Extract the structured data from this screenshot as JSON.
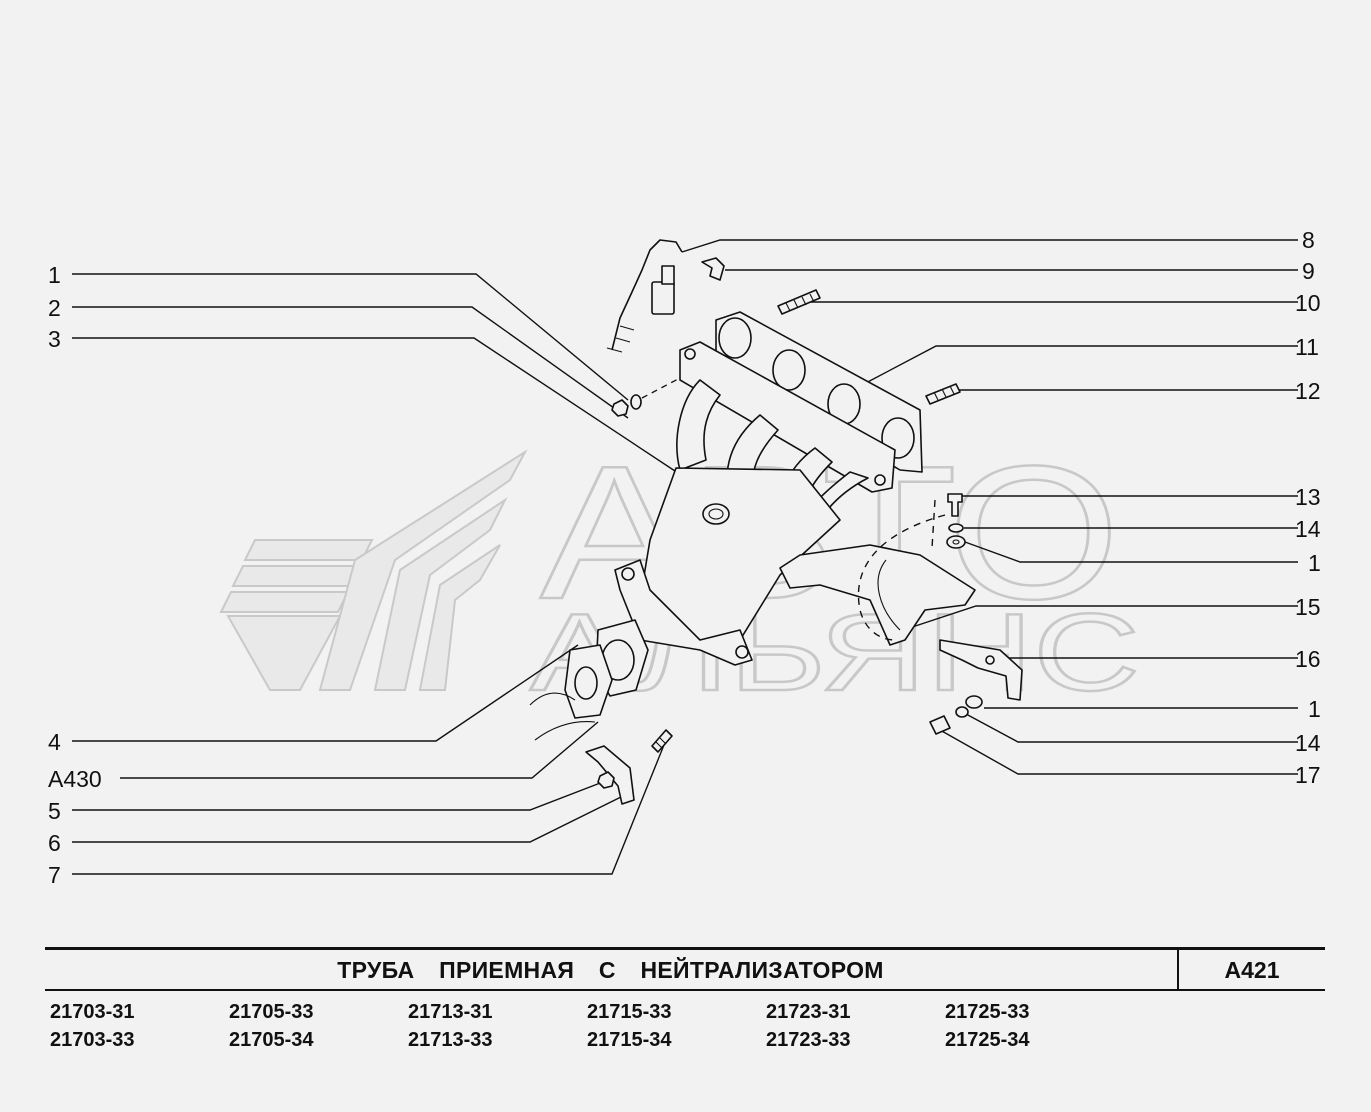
{
  "callouts_left": [
    {
      "label": "1"
    },
    {
      "label": "2"
    },
    {
      "label": "3"
    },
    {
      "label": "4"
    },
    {
      "label": "A430"
    },
    {
      "label": "5"
    },
    {
      "label": "6"
    },
    {
      "label": "7"
    }
  ],
  "callouts_right": [
    {
      "label": "8"
    },
    {
      "label": "9"
    },
    {
      "label": "10"
    },
    {
      "label": "11"
    },
    {
      "label": "12"
    },
    {
      "label": "13"
    },
    {
      "label": "14"
    },
    {
      "label": "1"
    },
    {
      "label": "15"
    },
    {
      "label": "16"
    },
    {
      "label": "1"
    },
    {
      "label": "14"
    },
    {
      "label": "17"
    }
  ],
  "watermark": {
    "line1": "АВТО",
    "line2": "АЛЬЯНС"
  },
  "title": "ТРУБА ПРИЕМНАЯ С НЕЙТРАЛИЗАТОРОМ",
  "sheet_code": "А421",
  "models": [
    "21703-31",
    "21705-33",
    "21713-31",
    "21715-33",
    "21723-31",
    "21725-33",
    "21703-33",
    "21705-34",
    "21713-33",
    "21715-34",
    "21723-33",
    "21725-34"
  ]
}
